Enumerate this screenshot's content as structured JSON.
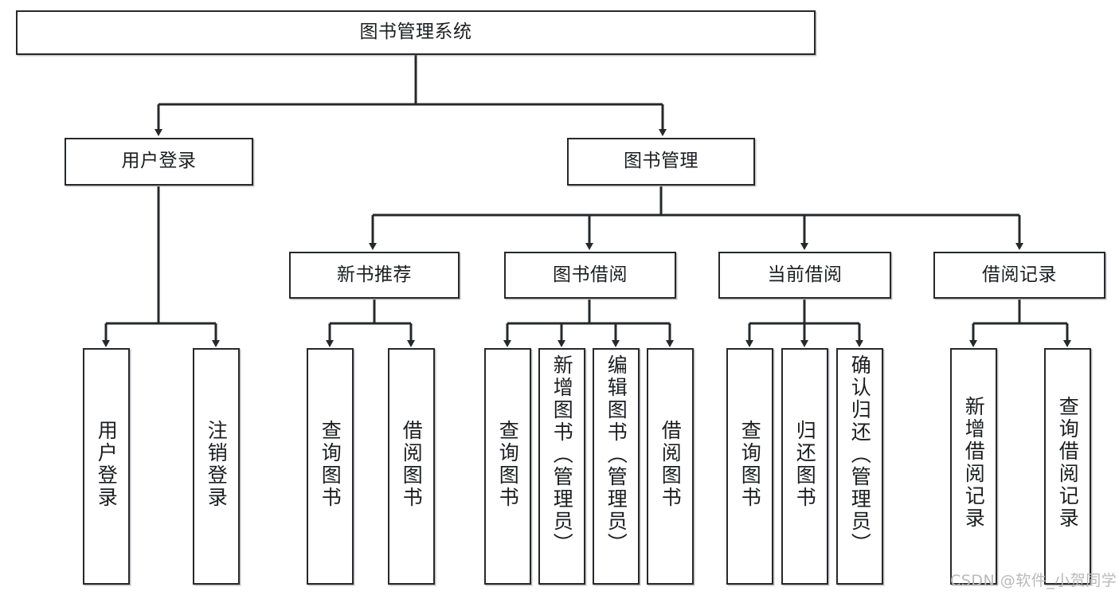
{
  "diagram": {
    "title": "图书管理系统",
    "type": "tree-hierarchy-chart",
    "watermark": "CSDN @软件_小贺同学",
    "root": {
      "label": "图书管理系统"
    },
    "level2": [
      {
        "label": "用户登录"
      },
      {
        "label": "图书管理"
      }
    ],
    "level3": [
      {
        "label": "新书推荐"
      },
      {
        "label": "图书借阅"
      },
      {
        "label": "当前借阅"
      },
      {
        "label": "借阅记录"
      }
    ],
    "leaves": {
      "user_login": [
        {
          "label": "用户登录"
        },
        {
          "label": "注销登录"
        }
      ],
      "new_book_recommend": [
        {
          "label": "查询图书"
        },
        {
          "label": "借阅图书"
        }
      ],
      "book_borrow": [
        {
          "label": "查询图书"
        },
        {
          "label": "新增图书（管理员）"
        },
        {
          "label": "编辑图书（管理员）"
        },
        {
          "label": "借阅图书"
        }
      ],
      "current_borrow": [
        {
          "label": "查询图书"
        },
        {
          "label": "归还图书"
        },
        {
          "label": "确认归还（管理员）"
        }
      ],
      "borrow_record": [
        {
          "label": "新增借阅记录"
        },
        {
          "label": "查询借阅记录"
        }
      ]
    }
  },
  "colors": {
    "stroke": "#26282b",
    "box_fill": "#ffffff",
    "text": "#1b1d20",
    "watermark": "#b9b9b9",
    "background": "#ffffff"
  }
}
